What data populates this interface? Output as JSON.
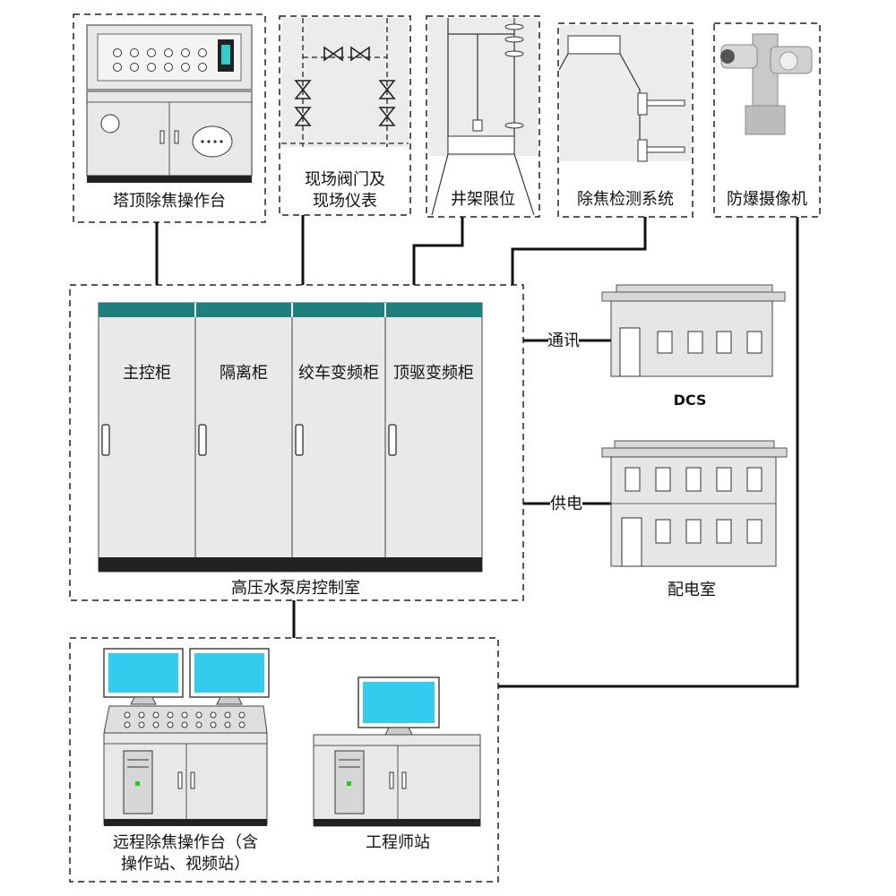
{
  "labels": {
    "top_console": "塔顶除焦操作台",
    "valves_line1": "现场阀门及",
    "valves_line2": "现场仪表",
    "derrick": "井架限位",
    "decoking_detect": "除焦检测系统",
    "camera": "防爆摄像机",
    "control_room": "高压水泵房控制室",
    "cab_main": "主控柜",
    "cab_isolation": "隔离柜",
    "cab_winch_vfd": "绞车变频柜",
    "cab_top_drive_vfd": "顶驱变频柜",
    "comm": "通讯",
    "power": "供电",
    "dcs": "DCS",
    "distribution_room": "配电室",
    "remote_console_line1": "远程除焦操作台（含",
    "remote_console_line2": "操作站、视频站）",
    "engineer_station": "工程师站"
  },
  "colors": {
    "cabinet_top": "#1e7f7f",
    "screen": "#33ccee",
    "panel_gray": "#e8e8e8",
    "dark_base": "#222222"
  }
}
